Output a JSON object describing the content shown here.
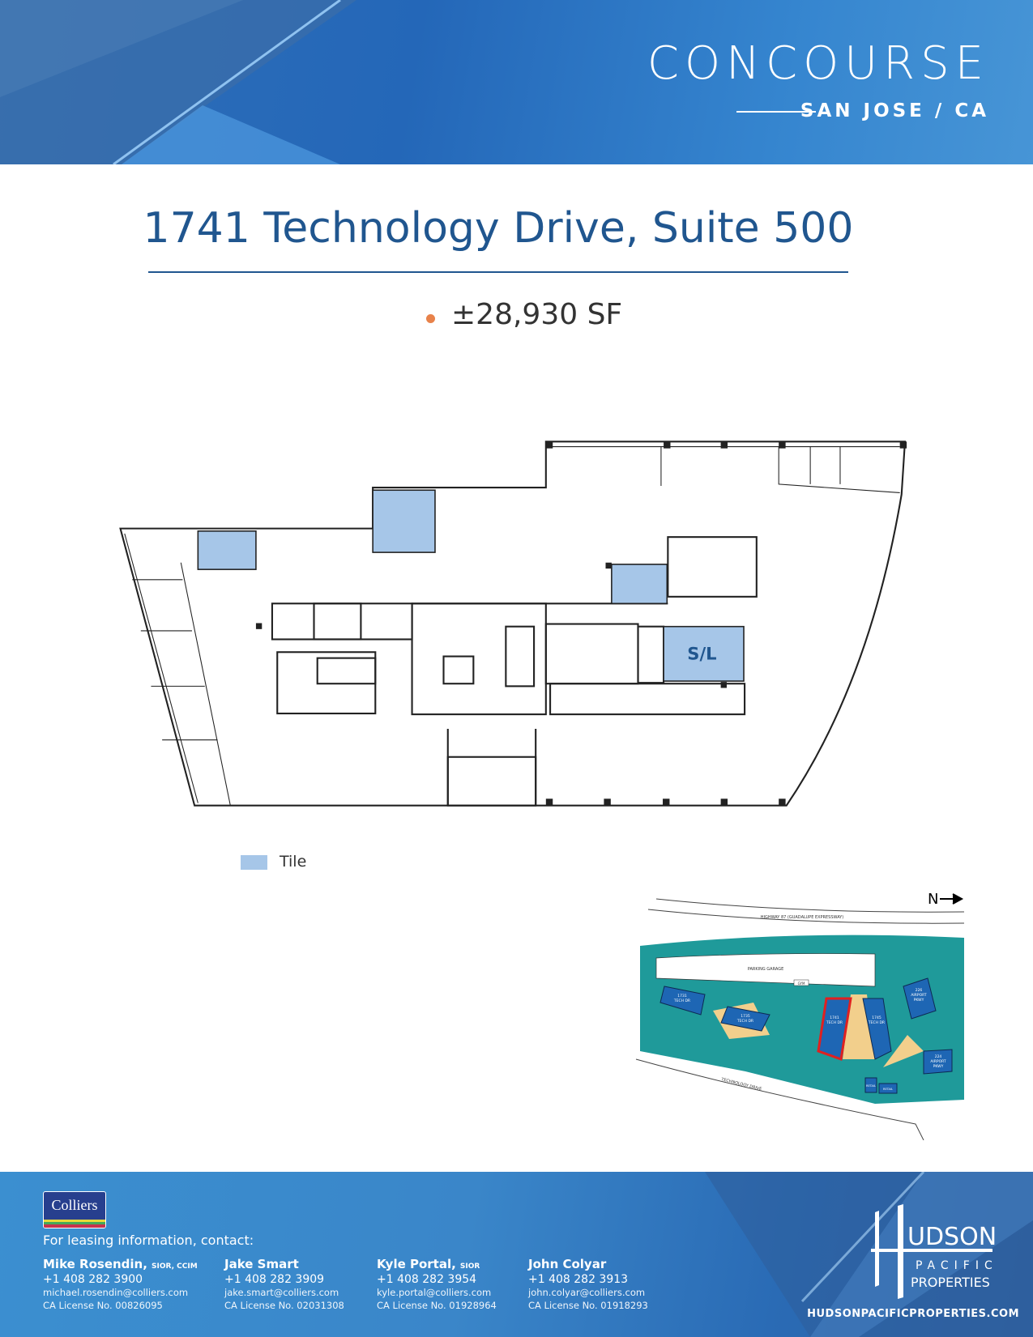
{
  "header": {
    "brand": "CONCOURSE",
    "location": "SAN JOSE / CA"
  },
  "main": {
    "title": "1741 Technology Drive, Suite 500",
    "square_feet": "±28,930 SF",
    "bullet_color": "#e8824a"
  },
  "floor_plan": {
    "room_label": "S/L",
    "tile_color": "#a6c6e8",
    "legend": [
      {
        "label": "Tile",
        "color": "#a6c6e8"
      }
    ]
  },
  "site_map": {
    "north_label": "N",
    "highway_label": "HIGHWAY 87 (GUADALUPE EXPRESSWAY)",
    "parking_label": "PARKING GARAGE",
    "gym_label": "GYM",
    "street_label": "TECHNOLOGY DRIVE",
    "buildings": [
      {
        "line1": "1731",
        "line2": "TECH DR"
      },
      {
        "line1": "1735",
        "line2": "TECH DR"
      },
      {
        "line1": "1741",
        "line2": "TECH DR",
        "highlighted": true
      },
      {
        "line1": "1745",
        "line2": "TECH DR"
      },
      {
        "line1": "226",
        "line2": "AIRPORT",
        "line3": "PKWY"
      },
      {
        "line1": "224",
        "line2": "AIRPORT",
        "line3": "PKWY"
      },
      {
        "line1": "RETAIL"
      },
      {
        "line1": "RETAIL"
      }
    ],
    "highlight_color": "#e02020"
  },
  "footer": {
    "broker_logo": "Colliers",
    "intro": "For leasing information, contact:",
    "contacts": [
      {
        "name": "Mike Rosendin,",
        "credentials": "SIOR, CCIM",
        "phone": "+1 408 282 3900",
        "email": "michael.rosendin@colliers.com",
        "license": "CA License No. 00826095"
      },
      {
        "name": "Jake Smart",
        "credentials": "",
        "phone": "+1 408 282 3909",
        "email": "jake.smart@colliers.com",
        "license": "CA License No. 02031308"
      },
      {
        "name": "Kyle Portal,",
        "credentials": "SIOR",
        "phone": "+1 408 282 3954",
        "email": "kyle.portal@colliers.com",
        "license": "CA License No. 01928964"
      },
      {
        "name": "John Colyar",
        "credentials": "",
        "phone": "+1 408 282 3913",
        "email": "john.colyar@colliers.com",
        "license": "CA License No. 01918293"
      }
    ],
    "owner_logo": {
      "line1": "UDSON",
      "line2": "PACIFIC",
      "line3": "PROPERTIES"
    },
    "owner_url": "HUDSONPACIFICPROPERTIES.COM"
  }
}
